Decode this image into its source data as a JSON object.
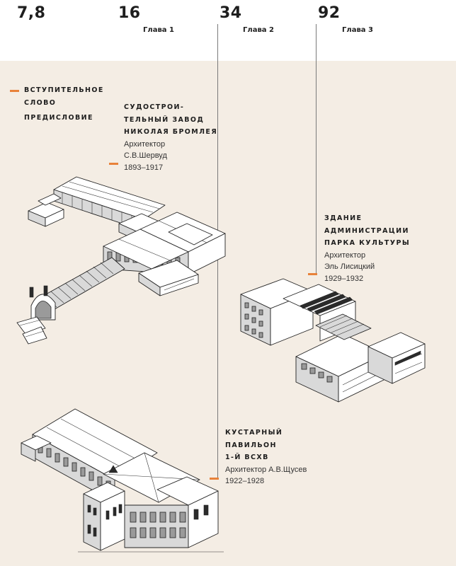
{
  "pages": [
    {
      "number": "7,8",
      "chapter": ""
    },
    {
      "number": "16",
      "chapter": "Глава 1"
    },
    {
      "number": "34",
      "chapter": "Глава 2"
    },
    {
      "number": "92",
      "chapter": "Глава 3"
    }
  ],
  "intro": {
    "line1": "ВСТУПИТЕЛЬНОЕ",
    "line2": "СЛОВО",
    "preface": "ПРЕДИСЛОВИЕ"
  },
  "entries": [
    {
      "title_lines": [
        "СУДОСТРОИ-",
        "ТЕЛЬНЫЙ ЗАВОД",
        "НИКОЛАЯ БРОМЛЕЯ"
      ],
      "architect_lines": [
        "Архитектор",
        "С.В.Шервуд"
      ],
      "years": "1893–1917"
    },
    {
      "title_lines": [
        "ЗДАНИЕ",
        "АДМИНИСТРАЦИИ",
        "ПАРКА КУЛЬТУРЫ"
      ],
      "architect_lines": [
        "Архитектор",
        "Эль Лисицкий"
      ],
      "years": "1929–1932"
    },
    {
      "title_lines": [
        "КУСТАРНЫЙ",
        "ПАВИЛЬОН",
        "1-Й ВСХВ"
      ],
      "architect_lines": [
        "Архитектор А.В.Щусев"
      ],
      "years": "1922–1928"
    }
  ],
  "colors": {
    "accent": "#e8823a",
    "background": "#f4ede4",
    "top_band": "#ffffff"
  }
}
